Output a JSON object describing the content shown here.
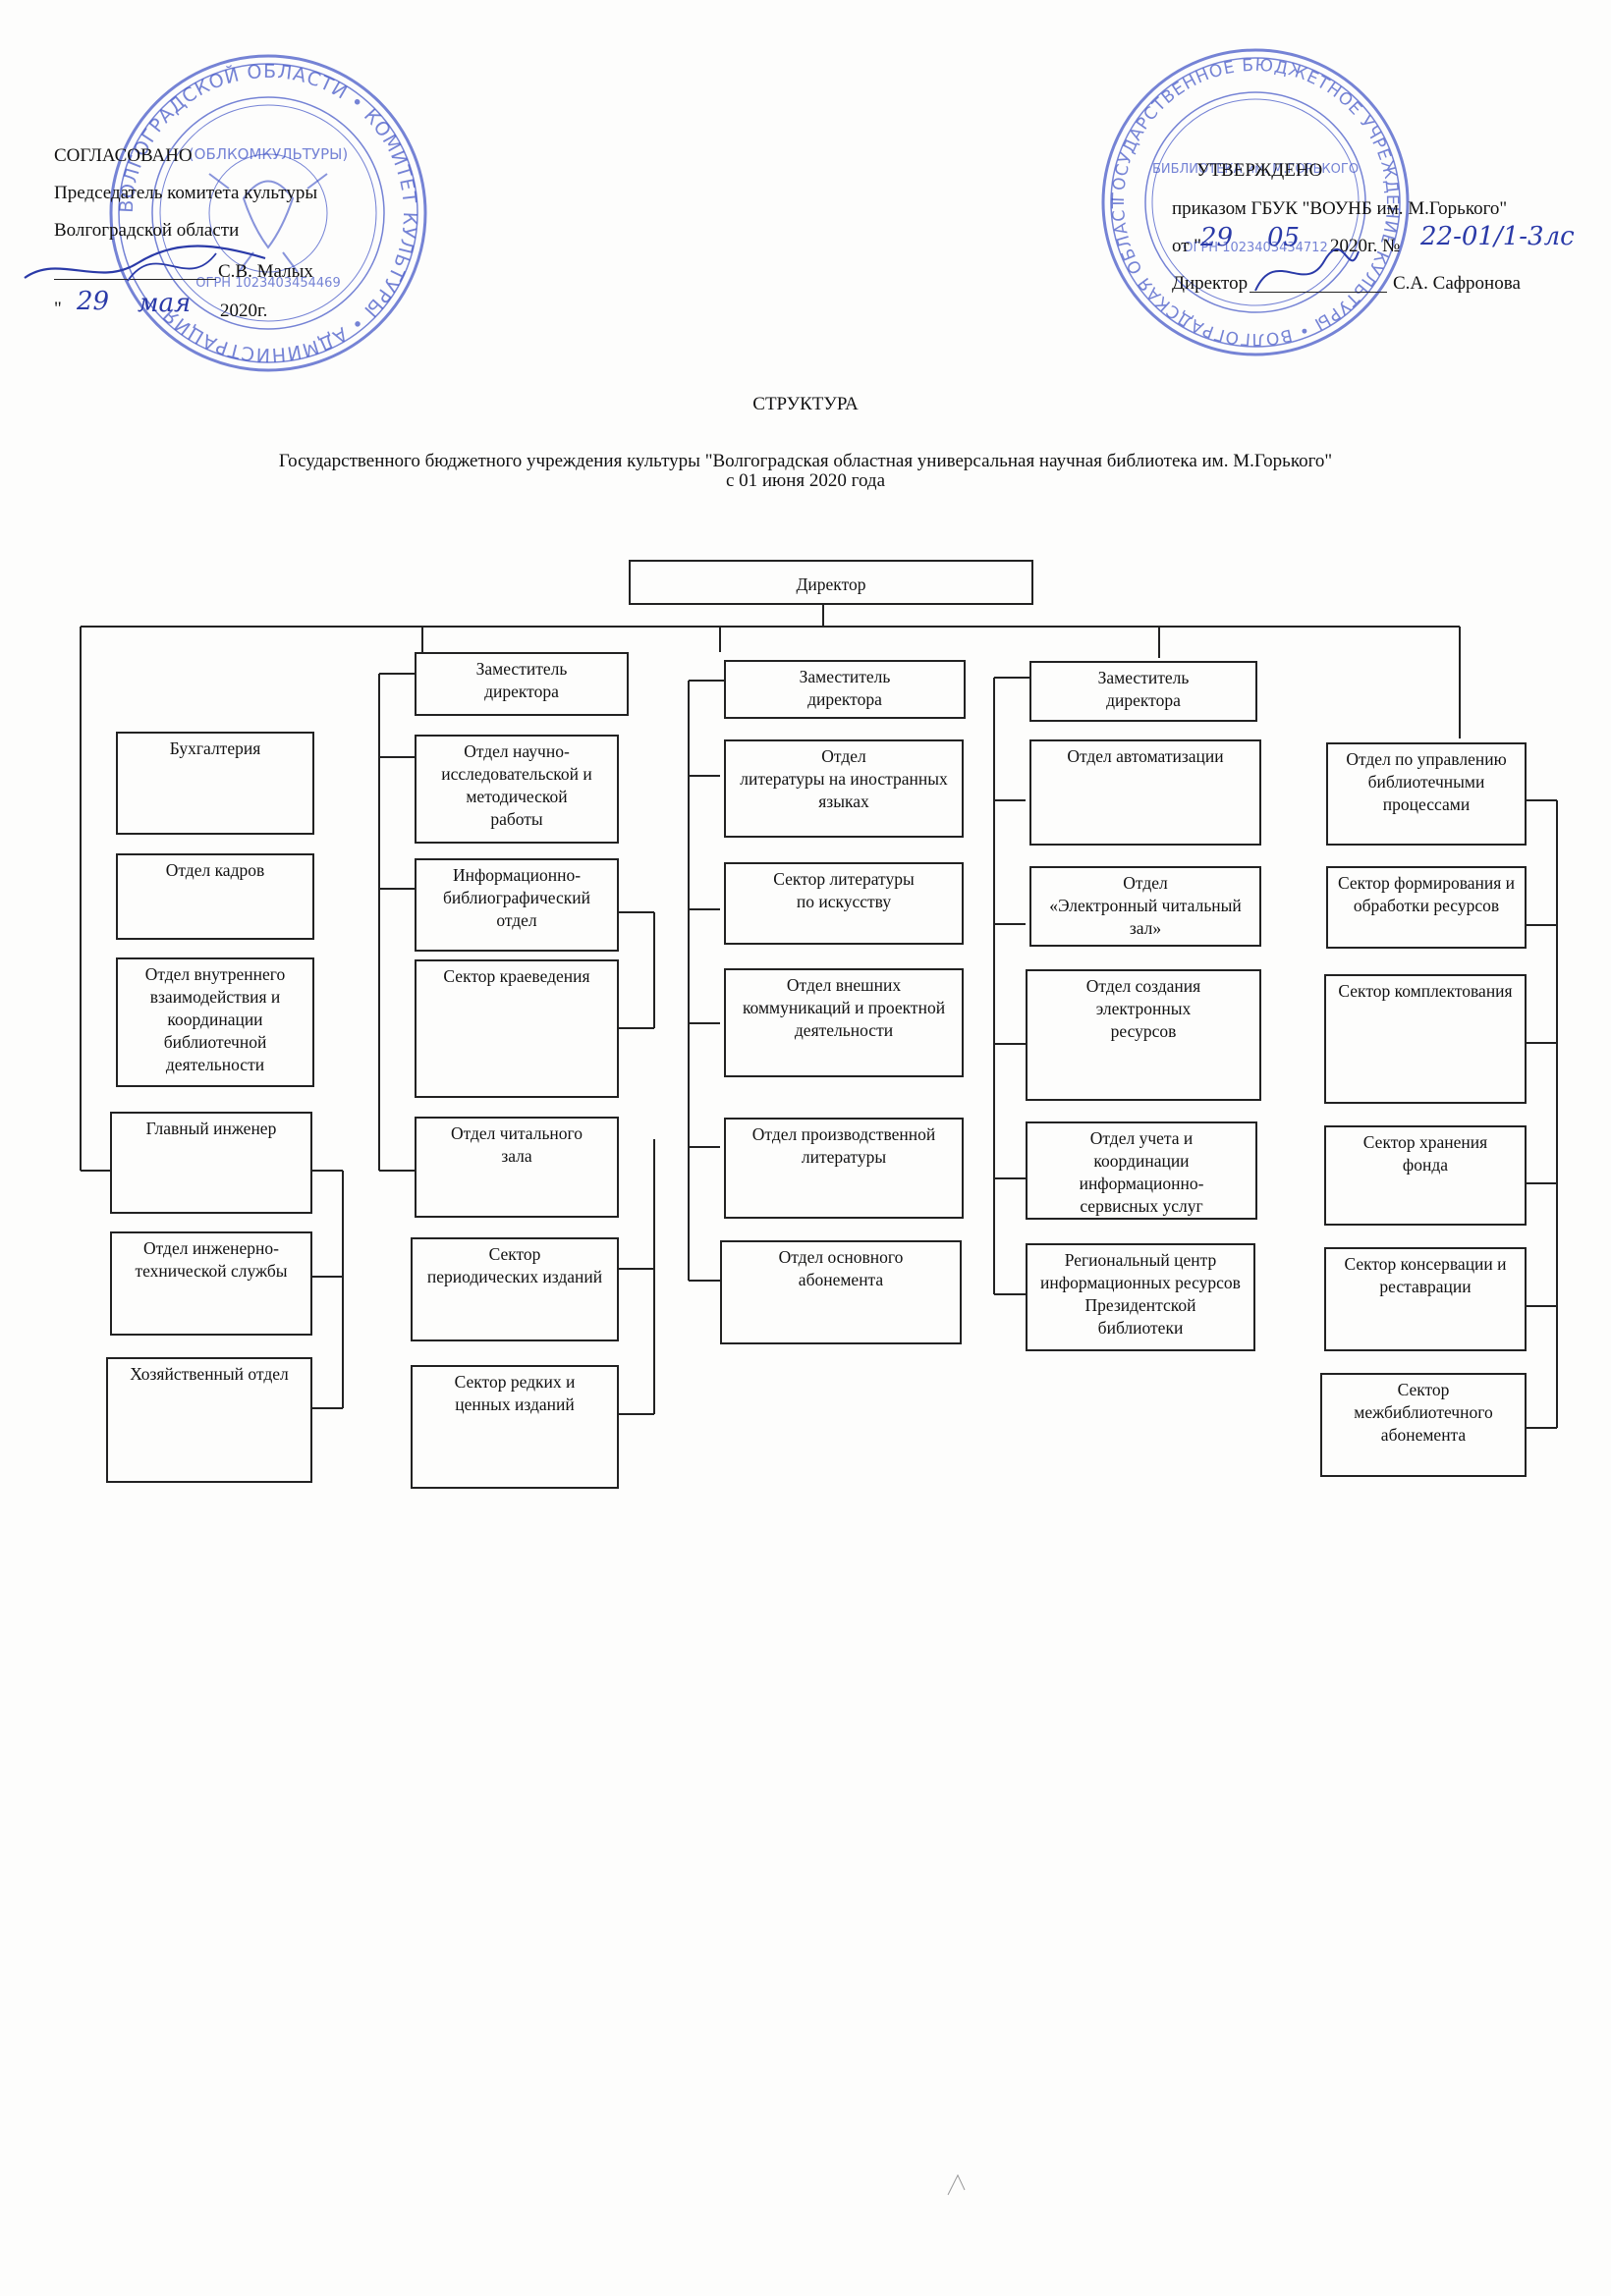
{
  "approval_left": {
    "title": "СОГЛАСОВАНО",
    "line1": "Председатель комитета культуры",
    "line2": "Волгоградской области",
    "signer": "С.В. Малых",
    "date_quote": "\"",
    "date_day": "29",
    "date_month": "мая",
    "date_year": "2020г."
  },
  "approval_right": {
    "title": "УТВЕРЖДЕНО",
    "line1": "приказом ГБУК \"ВОУНБ им. М.Горького\"",
    "from": "от \"",
    "date_day": "29",
    "date_month": "05",
    "date_year": "2020г. №",
    "order_no": "22-01/1-3лс",
    "director_label": "Директор",
    "signer": "С.А. Сафронова"
  },
  "title": "СТРУКТУРА",
  "subtitle": "Государственного бюджетного учреждения культуры \"Волгоградская областная универсальная научная библиотека им. М.Горького\"",
  "effective_date": "с 01 июня 2020 года",
  "stamp_left": {
    "ring_text": "ВОЛГОГРАДСКОЙ ОБЛАСТИ • КОМИТЕТ КУЛЬТУРЫ • АДМИНИСТРАЦИЯ",
    "inner_text": "(ОБЛКОМКУЛЬТУРЫ)",
    "ogrn": "ОГРН 1023403454469"
  },
  "stamp_right": {
    "ring_text": "ГОСУДАРСТВЕННОЕ БЮДЖЕТНОЕ УЧРЕЖДЕНИЕ КУЛЬТУРЫ • ВОЛГОГРАДСКАЯ ОБЛАСТНАЯ",
    "inner_text": "БИБЛИОТЕКА им. М.ГОРЬКОГО",
    "ogrn": "ОГРН 1023403434712"
  },
  "chart": {
    "director": [
      "Директор"
    ],
    "deputy1": [
      "Заместитель",
      "директора"
    ],
    "deputy2": [
      "Заместитель",
      "директора"
    ],
    "deputy3": [
      "Заместитель",
      "директора"
    ],
    "col1": [
      [
        "Бухгалтерия"
      ],
      [
        "Отдел кадров"
      ],
      [
        "Отдел внутреннего",
        "взаимодействия и",
        "координации",
        "библиотечной",
        "деятельности"
      ],
      [
        "Главный инженер"
      ],
      [
        "Отдел инженерно-",
        "технической службы"
      ],
      [
        "Хозяйственный отдел"
      ]
    ],
    "col2": [
      [
        "Отдел научно-",
        "исследовательской и",
        "методической",
        "работы"
      ],
      [
        "Информационно-",
        "библиографический",
        "отдел"
      ],
      [
        "Сектор краеведения"
      ],
      [
        "Отдел читального",
        "зала"
      ],
      [
        "Сектор",
        "периодических изданий"
      ],
      [
        "Сектор редких и",
        "ценных изданий"
      ]
    ],
    "col3": [
      [
        "Отдел",
        "литературы на иностранных",
        "языках"
      ],
      [
        "Сектор литературы",
        "по искусству"
      ],
      [
        "Отдел внешних",
        "коммуникаций и проектной",
        "деятельности"
      ],
      [
        "Отдел производственной",
        "литературы"
      ],
      [
        "Отдел основного",
        "абонемента"
      ]
    ],
    "col4": [
      [
        "Отдел автоматизации"
      ],
      [
        "Отдел",
        "«Электронный читальный",
        "зал»"
      ],
      [
        "Отдел создания",
        "электронных",
        "ресурсов"
      ],
      [
        "Отдел учета и",
        "координации",
        "информационно-",
        "сервисных услуг"
      ],
      [
        "Региональный центр",
        "информационных ресурсов",
        "Президентской",
        "библиотеки"
      ]
    ],
    "col5": [
      [
        "Отдел по управлению",
        "библиотечными",
        "процессами"
      ],
      [
        "Сектор формирования и",
        "обработки ресурсов"
      ],
      [
        "Сектор комплектования"
      ],
      [
        "Сектор хранения",
        "фонда"
      ],
      [
        "Сектор консервации и",
        "реставрации"
      ],
      [
        "Сектор",
        "межбиблиотечного",
        "абонемента"
      ]
    ]
  },
  "colors": {
    "ink": "#111111",
    "stamp": "#3a4fc4",
    "signature": "#2a3aa8"
  }
}
